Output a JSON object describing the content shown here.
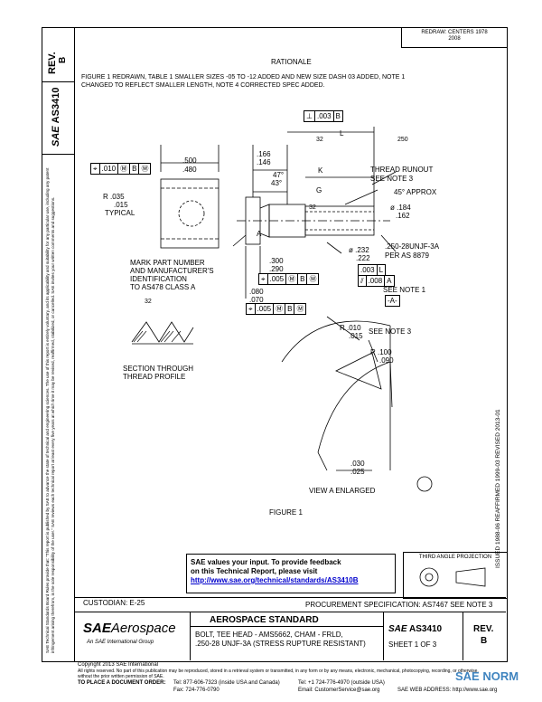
{
  "side": {
    "rev_label": "REV.",
    "rev_value": "B",
    "doc_number": "AS3410",
    "disclaimer": "SAE Technical Standards Board Rules provide that: \"This report is published by SAE to advance the state of technical and engineering sciences. The use of this report is entirely voluntary, and its applicability and suitability for any particular use, including any patent infringement arising therefrom, is the sole responsibility of the user.\" SAE reviews each technical report at least every five years at which time it may be revised, reaffirmed, stabilized, or cancelled. SAE invites your written comments and suggestions.",
    "dates": "ISSUED 1988-06     REAFFIRMED 1999-03     REVISED 2013-01"
  },
  "header": {
    "stamp_line1": "REDRAW: CENTERS 1978",
    "stamp_line2": "2008",
    "rationale_title": "RATIONALE",
    "rationale_line1": "FIGURE 1 REDRAWN, TABLE 1 SMALLER SIZES -05 TO -12 ADDED AND NEW SIZE DASH 03 ADDED, NOTE 1",
    "rationale_line2": "CHANGED TO REFLECT SMALLER LENGTH, NOTE 4 CORRECTED SPEC ADDED."
  },
  "drawing": {
    "fcf_perp": [
      "⊥",
      ".003",
      "B"
    ],
    "fcf_left": [
      "⌖",
      ".010",
      "Ⓜ",
      "B",
      "Ⓜ"
    ],
    "fcf_mid1": [
      "⌖",
      ".005",
      "Ⓜ",
      "B",
      "Ⓜ"
    ],
    "fcf_mid2": [
      "⌖",
      ".005",
      "Ⓜ",
      "B",
      "Ⓜ"
    ],
    "fcf_right1": [
      ".003",
      "L"
    ],
    "fcf_right2": [
      "⫽",
      ".008",
      "A"
    ],
    "fcf_right3": [
      "-A-"
    ],
    "dim_500": ".500",
    "dim_480": ".480",
    "r_035": "R .035",
    "r_015": ".015",
    "typical": "TYPICAL",
    "dim_166": ".166",
    "dim_146": ".146",
    "ang_47": "47°",
    "ang_43": "43°",
    "label_k": "K",
    "label_g": "G",
    "label_l": "L",
    "label_a": "A",
    "sym_32a": "32",
    "sym_32b": "32",
    "sym_32c": "32",
    "sym_250": "250",
    "thread_runout": "THREAD RUNOUT",
    "see_note3": "SEE NOTE 3",
    "approx45": "45° APPROX",
    "dia_184": "ø .184",
    "dia_162": ".162",
    "dia_232": "ø .232",
    "dia_222": ".222",
    "thread_spec": ".250-28UNJF-3A",
    "per_as": "PER AS 8879",
    "see_note1": "SEE NOTE 1",
    "dim_300": ".300",
    "dim_290": ".290",
    "dim_080": ".080",
    "dim_070": ".070",
    "mark_note": [
      "MARK PART NUMBER",
      "AND MANUFACTURER'S",
      "IDENTIFICATION",
      "TO AS478 CLASS A"
    ],
    "section_title": [
      "SECTION THROUGH",
      "THREAD PROFILE"
    ],
    "r010": "R .010",
    "r015": ".015",
    "see_note3b": "SEE NOTE 3",
    "r100": "R .100",
    "r090": ".090",
    "dim_030": ".030",
    "dim_025": ".025",
    "view_a": "VIEW A ENLARGED",
    "figure": "FIGURE 1"
  },
  "feedback": {
    "line1": "SAE values your input. To provide feedback",
    "line2": "on this Technical Report, please visit",
    "url": "http://www.sae.org/technical/standards/AS3410B"
  },
  "projection_label": "THIRD ANGLE PROJECTION",
  "title_block": {
    "custodian": "CUSTODIAN: E-25",
    "procurement": "PROCUREMENT SPECIFICATION: AS7467 SEE NOTE 3",
    "logo_sae": "SAE",
    "logo_aero": "Aerospace",
    "logo_sub": "An SAE International Group",
    "standard_title": "AEROSPACE STANDARD",
    "desc1": "BOLT, TEE HEAD - AMS5662, CHAM - FRLD,",
    "desc2": ".250-28 UNJF-3A (STRESS RUPTURE RESISTANT)",
    "doc_sae": "SAE",
    "doc_num": "AS3410",
    "sheet": "SHEET 1 OF 3",
    "rev_label": "REV.",
    "rev_value": "B"
  },
  "footer": {
    "copyright": "Copyright 2013 SAE International",
    "rights": "All rights reserved. No part of this publication may be reproduced, stored in a retrieval system or transmitted, in any form or by any means, electronic, mechanical, photocopying,",
    "rights2": "recording, or otherwise, without the prior written permission of SAE.",
    "order_label": "TO PLACE A DOCUMENT ORDER:",
    "tel": "Tel: 877-606-7323 (inside USA and Canada)",
    "fax": "Fax: 724-776-0790",
    "tel2": "Tel: +1 724-776-4970 (outside USA)",
    "email": "Email: CustomerService@sae.org",
    "web": "SAE WEB ADDRESS: http://www.sae.org",
    "watermark": "SAE NORM"
  }
}
